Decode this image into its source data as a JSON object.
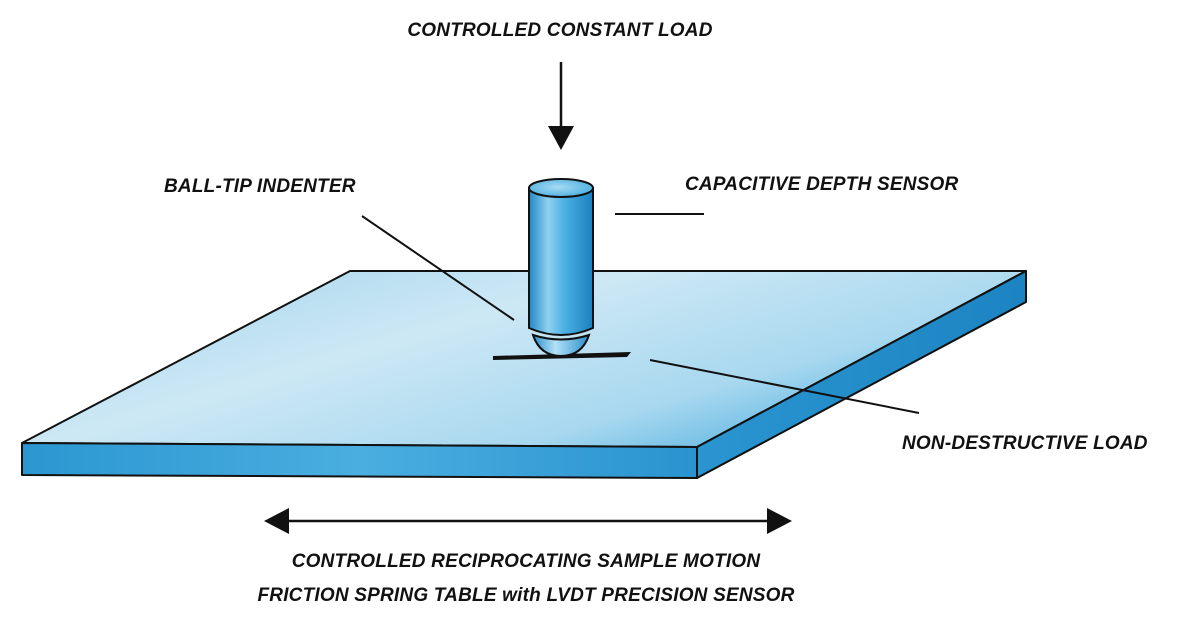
{
  "labels": {
    "load": "CONTROLLED CONSTANT LOAD",
    "indenter": "BALL-TIP INDENTER",
    "sensor": "CAPACITIVE DEPTH SENSOR",
    "nondestructive": "NON-DESTRUCTIVE LOAD",
    "motion_line1": "CONTROLLED RECIPROCATING SAMPLE MOTION",
    "motion_line2": "FRICTION SPRING TABLE with LVDT PRECISION SENSOR"
  },
  "colors": {
    "plate_top_light": "#cbe6f3",
    "plate_top_mid": "#a5d6ee",
    "plate_edge": "#2b9ad3",
    "outline": "#111111",
    "cylinder_mid": "#3fa9de",
    "cylinder_light": "#8fd0f0",
    "cylinder_dark": "#1f86c4"
  }
}
